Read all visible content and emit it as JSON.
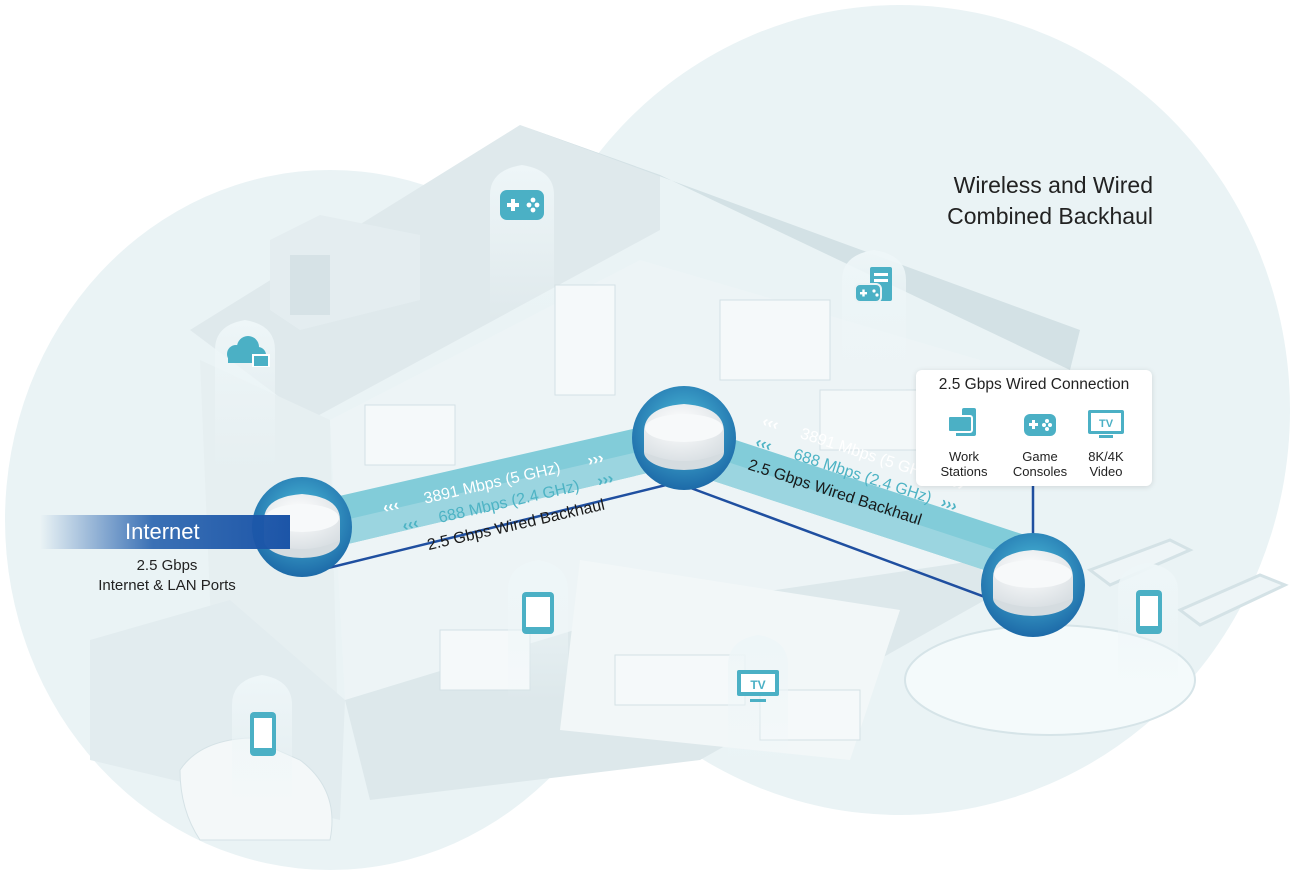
{
  "title_lines": [
    "Wireless and Wired",
    "Combined Backhaul"
  ],
  "internet": {
    "label": "Internet",
    "ports_lines": [
      "2.5 Gbps",
      "Internet & LAN Ports"
    ]
  },
  "links": {
    "left": {
      "band_5": "3891 Mbps (5 GHz)",
      "band_24": "688 Mbps (2.4 GHz)",
      "wired": "2.5 Gbps Wired Backhaul"
    },
    "right": {
      "band_5": "3891 Mbps (5 GHz)",
      "band_24": "688 Mbps (2.4 GHz)",
      "wired": "2.5 Gbps Wired Backhaul"
    },
    "arrows_left": "‹‹‹",
    "arrows_right": "›››"
  },
  "wired_connection": {
    "title": "2.5 Gbps Wired Connection",
    "items": [
      {
        "icon": "workstation-icon",
        "lines": [
          "Work",
          "Stations"
        ]
      },
      {
        "icon": "gamepad-icon",
        "lines": [
          "Game",
          "Consoles"
        ]
      },
      {
        "icon": "tv-icon",
        "lines": [
          "8K/4K",
          "Video"
        ]
      }
    ]
  },
  "device_icons": {
    "tv_label": "TV"
  },
  "colors": {
    "accent_teal": "#4db3c4",
    "router_ring": "#2a86b8",
    "wired_line": "#1f4fa0",
    "house": "#e4eef1",
    "bubble": "#eaf3f5"
  }
}
